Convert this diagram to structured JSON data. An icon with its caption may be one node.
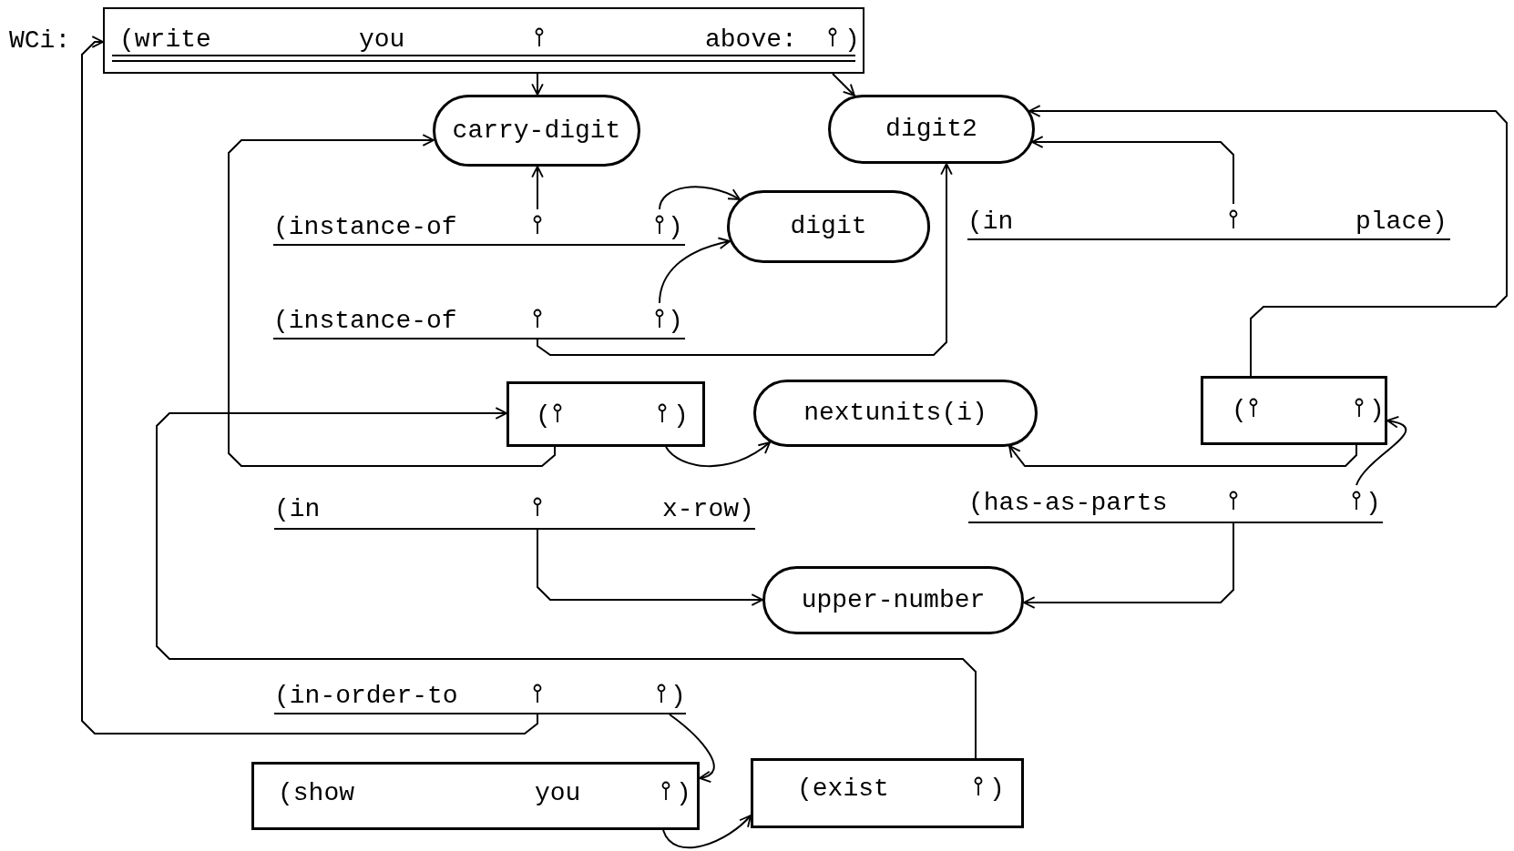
{
  "diagram": {
    "nodes": [
      {
        "text": [
          "(write",
          "you",
          "above:",
          ")"
        ],
        "beside": [
          "WCi:"
        ]
      },
      {
        "text": [
          "carry-digit"
        ]
      },
      {
        "text": [
          "digit2"
        ]
      },
      {
        "text": [
          "(instance-of",
          ")"
        ]
      },
      {
        "text": [
          "digit"
        ]
      },
      {
        "text": [
          "(in",
          "place)"
        ]
      },
      {
        "text": [
          "(instance-of",
          ")"
        ]
      },
      {
        "text": [
          "(",
          ")"
        ]
      },
      {
        "text": [
          "nextunits(i)"
        ]
      },
      {
        "text": [
          "(",
          ")"
        ]
      },
      {
        "text": [
          "(in",
          "x-row)"
        ]
      },
      {
        "text": [
          "(has-as-parts",
          ")"
        ]
      },
      {
        "text": [
          "upper-number"
        ]
      },
      {
        "text": [
          "(in-order-to",
          ")"
        ]
      },
      {
        "text": [
          "(show",
          "you",
          ")"
        ]
      },
      {
        "text": [
          "(exist",
          ")"
        ]
      }
    ],
    "edges": [
      {
        "from": 0,
        "to": 1,
        "arrow": "to"
      },
      {
        "from": 0,
        "to": 2,
        "arrow": "to"
      },
      {
        "from": 3,
        "to": 1,
        "arrow": "to"
      },
      {
        "from": 3,
        "to": 4,
        "arrow": "to"
      },
      {
        "from": 6,
        "to": 4,
        "arrow": "to"
      },
      {
        "from": 6,
        "to": 2,
        "arrow": "to"
      },
      {
        "from": 5,
        "to": 2,
        "arrow": "to"
      },
      {
        "from": 9,
        "to": 2,
        "arrow": "to"
      },
      {
        "from": 7,
        "to": 1,
        "arrow": "to"
      },
      {
        "from": 15,
        "to": 7,
        "arrow": "to"
      },
      {
        "from": 7,
        "to": 8,
        "arrow": "to"
      },
      {
        "from": 9,
        "to": 8,
        "arrow": "to"
      },
      {
        "from": 11,
        "to": 9,
        "arrow": "to"
      },
      {
        "from": 11,
        "to": 12,
        "arrow": "to"
      },
      {
        "from": 10,
        "to": 12,
        "arrow": "to"
      },
      {
        "from": 13,
        "to": 0,
        "arrow": "to"
      },
      {
        "from": 13,
        "to": 14,
        "arrow": "to"
      },
      {
        "from": 14,
        "to": 15,
        "arrow": "to"
      }
    ]
  }
}
